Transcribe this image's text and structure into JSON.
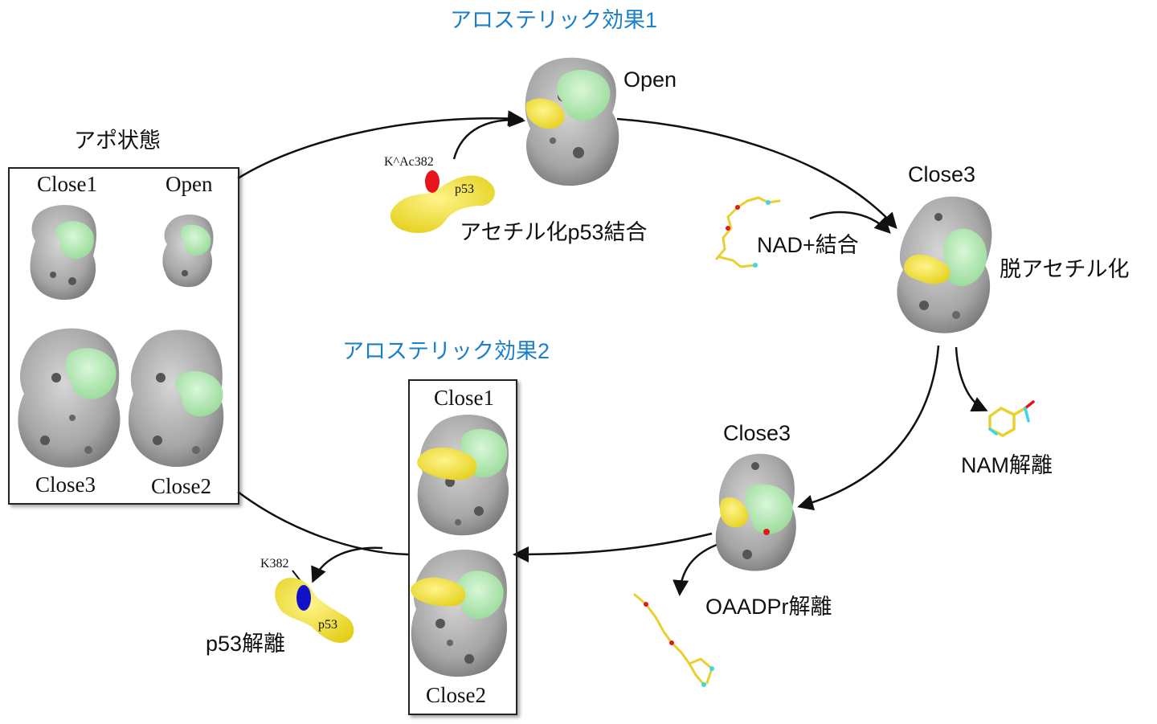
{
  "titles": {
    "allosteric1": "アロステリック効果1",
    "allosteric2": "アロステリック効果2"
  },
  "apo": {
    "title": "アポ状態",
    "close1": "Close1",
    "open": "Open",
    "close3": "Close3",
    "close2": "Close2"
  },
  "top_state": {
    "label": "Open"
  },
  "p53_acetyl": {
    "site": "K^Ac382",
    "tag": "p53",
    "label": "アセチル化p53結合"
  },
  "nad": {
    "label": "NAD+結合"
  },
  "right_state": {
    "label": "Close3",
    "action": "脱アセチル化"
  },
  "nam": {
    "label": "NAM解離"
  },
  "lower_state": {
    "label": "Close3"
  },
  "oaadpr": {
    "label": "OAADPr解離"
  },
  "box2": {
    "top": "Close1",
    "bottom": "Close2"
  },
  "p53_release": {
    "site": "K382",
    "tag": "p53",
    "label": "p53解離"
  },
  "colors": {
    "protein": "#a9a9a9",
    "protein_dark": "#5e5e5e",
    "green_domain": "#b4ecb4",
    "yellow": "#f5e642",
    "red": "#e8141b",
    "blue": "#1111cc",
    "title_blue": "#1a7fc9"
  }
}
